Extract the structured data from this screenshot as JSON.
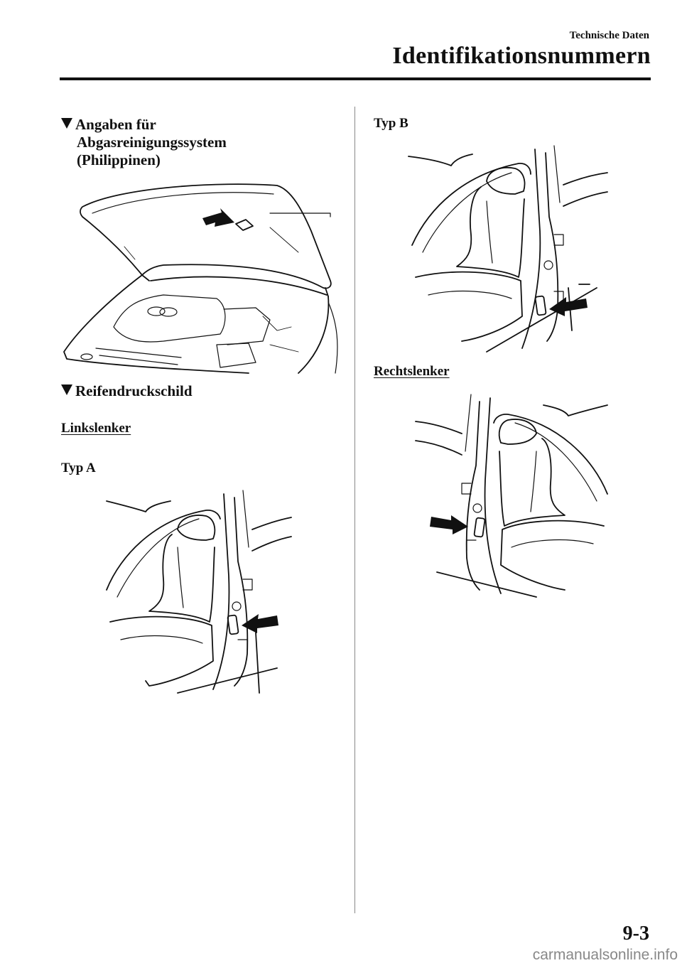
{
  "header": {
    "section": "Technische Daten",
    "title": "Identifikationsnummern"
  },
  "left_column": {
    "heading1": {
      "lines": [
        "Angaben für",
        "Abgasreinigungssystem",
        "(Philippinen)"
      ]
    },
    "heading2": "Reifendruckschild",
    "sub_left_hand": "Linkslenker",
    "type_a": "Typ A"
  },
  "right_column": {
    "type_b": "Typ B",
    "sub_right_hand": "Rechtslenker"
  },
  "footer": {
    "page_number": "9-3",
    "watermark": "carmanualsonline.info"
  }
}
